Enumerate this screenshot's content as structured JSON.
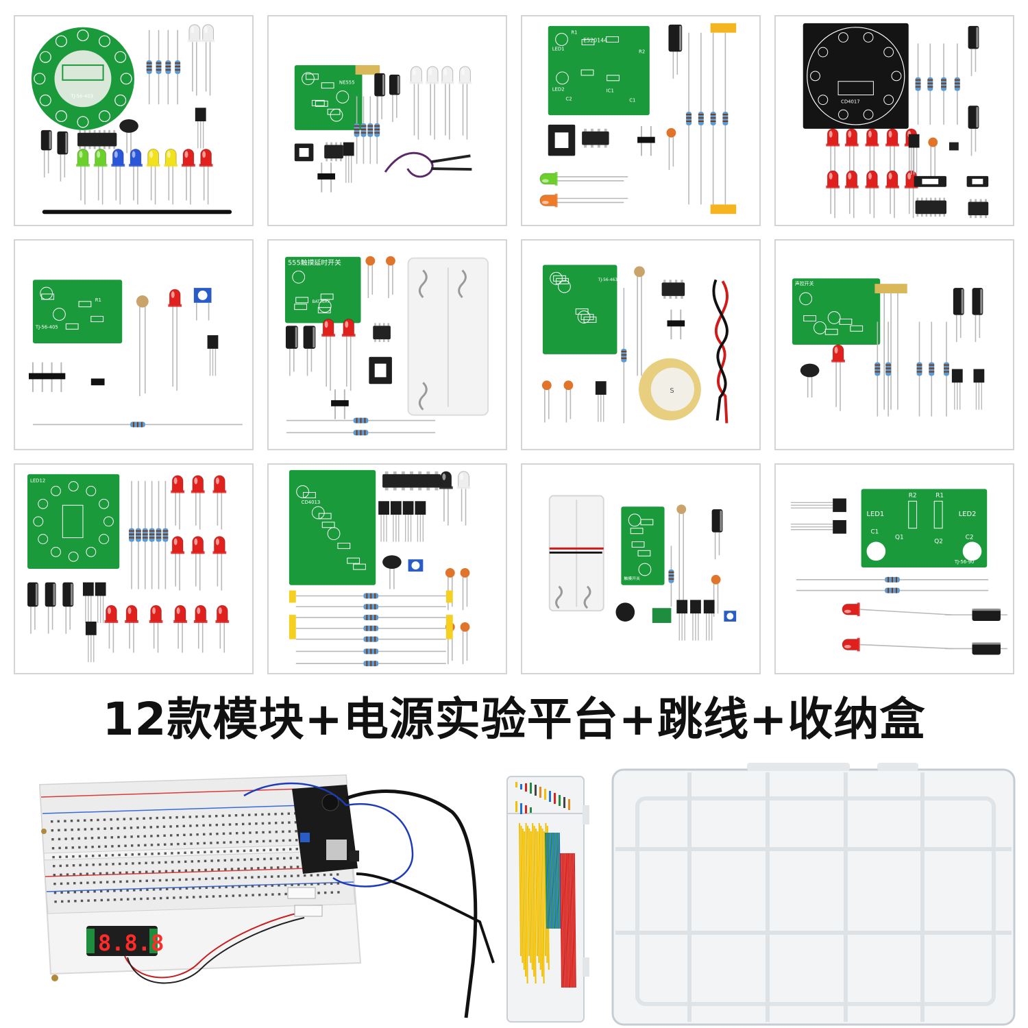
{
  "headline": "12款模块+电源实验平台+跳线+收纳盒",
  "modules": [
    {
      "id": 1,
      "label": "TJ-56-403",
      "board": "round-green"
    },
    {
      "id": 2,
      "label": "NE555",
      "board": "green"
    },
    {
      "id": 3,
      "label": "E520144",
      "board": "green"
    },
    {
      "id": 4,
      "label": "CD4017",
      "board": "round-black"
    },
    {
      "id": 5,
      "label": "TJ-56-405",
      "board": "green"
    },
    {
      "id": 6,
      "label": "555触摸延时开关",
      "board": "green"
    },
    {
      "id": 7,
      "label": "TJ-56-463",
      "board": "green"
    },
    {
      "id": 8,
      "label": "声控开关",
      "board": "green"
    },
    {
      "id": 9,
      "label": "LED12",
      "board": "green"
    },
    {
      "id": 10,
      "label": "CD4013",
      "board": "green"
    },
    {
      "id": 11,
      "label": "触摸开关",
      "board": "green"
    },
    {
      "id": 12,
      "label": "TJ-56-90",
      "board": "green"
    }
  ],
  "silkscreen": {
    "led1": "LED1",
    "led2": "LED2",
    "r1": "R1",
    "r2": "R2",
    "c1": "C1",
    "c2": "C2",
    "q1": "Q1",
    "q2": "Q2",
    "ic1": "IC1",
    "title6": "555触摸延时开关",
    "battery": "BATTERY",
    "buzzer_mark": "S"
  },
  "meter_display": "8.8.8",
  "colors": {
    "pcb_green": "#1a9a3a",
    "pcb_black": "#141414",
    "led_red": "#e0201c",
    "led_green": "#6bd12a",
    "led_blue": "#2a56d8",
    "led_yellow": "#f2e21e",
    "capacitor": "#1b1b1b",
    "resistor": "#5a9bd6"
  }
}
